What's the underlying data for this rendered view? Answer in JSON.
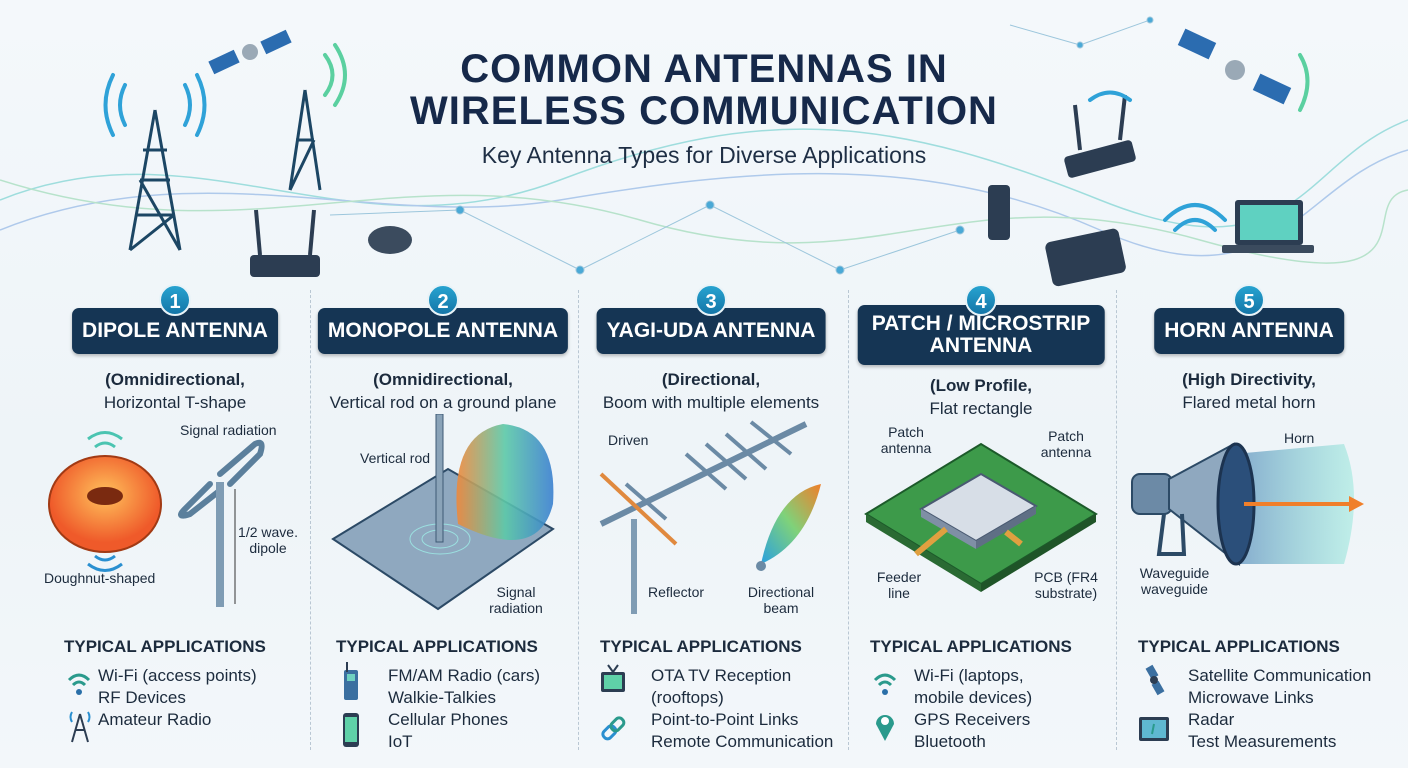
{
  "title": {
    "line1": "COMMON ANTENNAS IN",
    "line2": "WIRELESS COMMUNICATION",
    "subtitle": "Key Antenna Types for Diverse Applications"
  },
  "apps_heading": "TYPICAL APPLICATIONS",
  "antennas": [
    {
      "number": "1",
      "name": "DIPOLE ANTENNA",
      "desc_bold": "(Omnidirectional,",
      "desc": "Horizontal T-shape",
      "labels": [
        "Signal radiation",
        "1/2 wave. dipole",
        "Doughnut-shaped"
      ],
      "apps": [
        "Wi-Fi (access points)",
        "RF Devices",
        "Amateur Radio"
      ],
      "icons": [
        "wifi-icon",
        "radio-tower-icon"
      ]
    },
    {
      "number": "2",
      "name": "MONOPOLE ANTENNA",
      "desc_bold": "(Omnidirectional,",
      "desc": "Vertical rod on a ground plane",
      "labels": [
        "Vertical rod",
        "Signal radiation"
      ],
      "apps": [
        "FM/AM Radio (cars)",
        "Walkie-Talkies",
        "Cellular Phones",
        "IoT"
      ],
      "icons": [
        "walkie-talkie-icon",
        "smartphone-icon"
      ]
    },
    {
      "number": "3",
      "name": "YAGI-UDA ANTENNA",
      "desc_bold": "(Directional,",
      "desc": "Boom with multiple elements",
      "labels": [
        "Driven",
        "Reflector",
        "Directional beam"
      ],
      "apps": [
        "OTA TV Reception",
        "(rooftops)",
        "Point-to-Point Links",
        "Remote Communication"
      ],
      "icons": [
        "tv-icon",
        "link-icon"
      ]
    },
    {
      "number": "4",
      "name": "PATCH / MICROSTRIP",
      "name2": "ANTENNA",
      "desc_bold": "(Low Profile,",
      "desc": "Flat rectangle",
      "labels": [
        "Patch antenna",
        "Patch antenna",
        "Feeder line",
        "PCB (FR4 substrate)"
      ],
      "apps": [
        "Wi-Fi (laptops,",
        "mobile devices)",
        "GPS Receivers",
        "Bluetooth"
      ],
      "icons": [
        "wifi-icon",
        "location-pin-icon"
      ]
    },
    {
      "number": "5",
      "name": "HORN ANTENNA",
      "desc_bold": "(High Directivity,",
      "desc": "Flared metal horn",
      "labels": [
        "Horn",
        "Waveguide waveguide"
      ],
      "apps": [
        "Satellite Communication",
        "Microwave Links",
        "Radar",
        "Test Measurements"
      ],
      "icons": [
        "satellite-icon",
        "radar-screen-icon"
      ]
    }
  ],
  "colors": {
    "navy": "#153554",
    "teal": "#27a3d0",
    "accent": "#f07f2a"
  }
}
